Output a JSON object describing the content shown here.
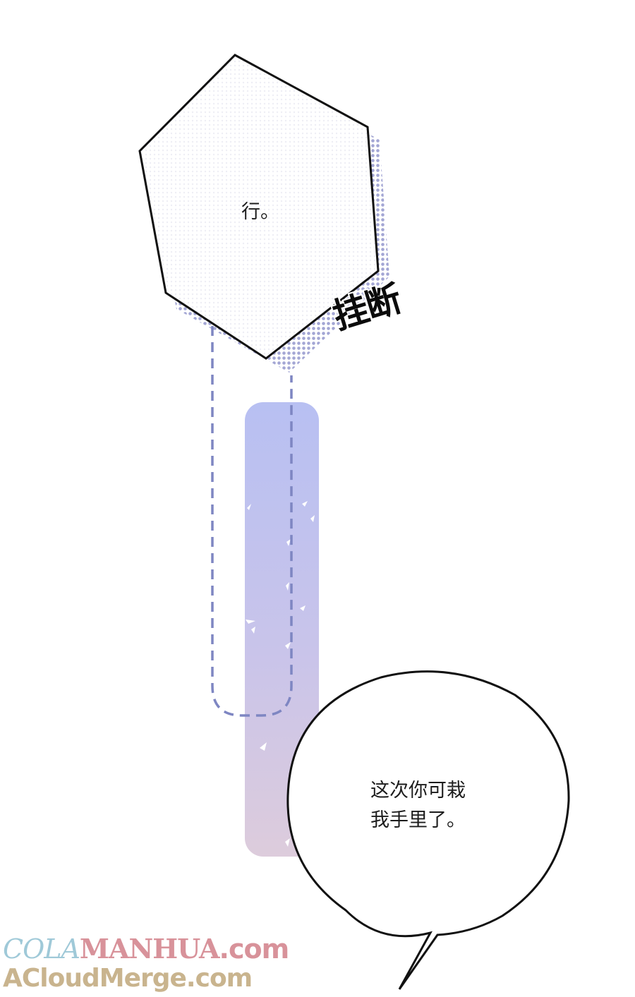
{
  "panel": {
    "hex_bubble": {
      "text": "行。"
    },
    "sound_effect": {
      "text": "挂断"
    },
    "round_bubble": {
      "text": "这次你可栽\n我手里了。"
    }
  },
  "watermark": {
    "line1_part1": "COLA",
    "line1_part2": "MANHUA",
    "line1_part3": ".com",
    "line2": "ACloudMerge.com"
  },
  "colors": {
    "phone_gradient_top": "#b8c0f2",
    "phone_gradient_bottom": "#dccbdc",
    "dashed_cord": "#7e86c2",
    "shadow_dots": "#9ea2cf"
  }
}
